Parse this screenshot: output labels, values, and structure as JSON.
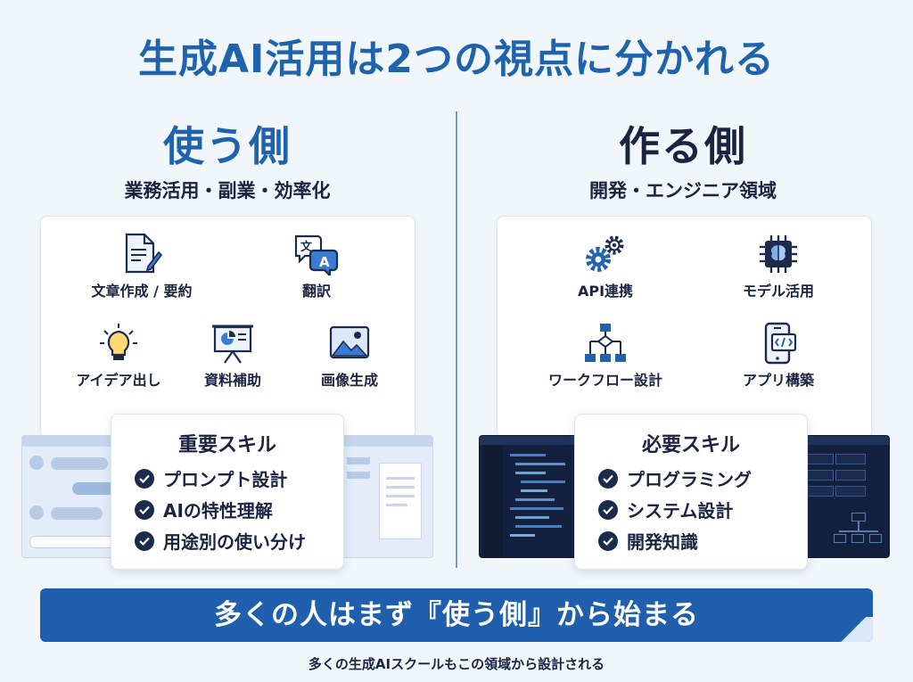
{
  "title": "生成AI活用は2つの視点に分かれる",
  "left": {
    "heading": "使う側",
    "subheading": "業務活用・副業・効率化",
    "items": [
      {
        "label": "文章作成 / 要約",
        "icon": "document-pen-icon"
      },
      {
        "label": "翻訳",
        "icon": "translate-icon"
      },
      {
        "label": "アイデア出し",
        "icon": "lightbulb-icon"
      },
      {
        "label": "資料補助",
        "icon": "presentation-board-icon"
      },
      {
        "label": "画像生成",
        "icon": "image-icon"
      }
    ],
    "skills_title": "重要スキル",
    "skills": [
      "プロンプト設計",
      "AIの特性理解",
      "用途別の使い分け"
    ]
  },
  "right": {
    "heading": "作る側",
    "subheading": "開発・エンジニア領域",
    "items": [
      {
        "label": "API連携",
        "icon": "gears-icon"
      },
      {
        "label": "モデル活用",
        "icon": "brain-chip-icon"
      },
      {
        "label": "ワークフロー設計",
        "icon": "flowchart-icon"
      },
      {
        "label": "アプリ構築",
        "icon": "mobile-code-icon"
      }
    ],
    "skills_title": "必要スキル",
    "skills": [
      "プログラミング",
      "システム設計",
      "開発知識"
    ]
  },
  "banner": "多くの人はまず『使う側』から始まる",
  "footer": "多くの生成AIスクールもこの領域から設計される",
  "colors": {
    "accent_blue": "#1f63ad",
    "navy": "#1a2340",
    "banner": "#1f5fae",
    "background": "#f1f6fb"
  }
}
